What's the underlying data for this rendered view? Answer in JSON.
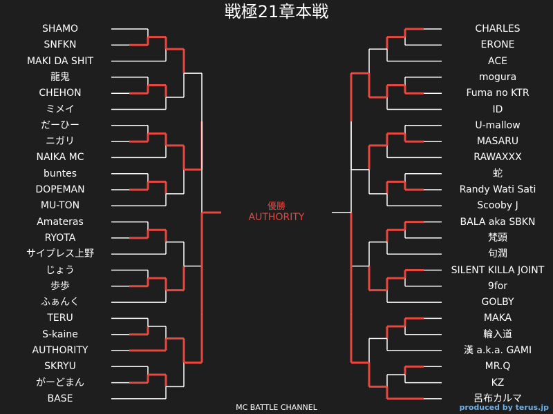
{
  "title": "戦極21章本戦",
  "left_names": [
    "SHAMO",
    "SNFKN",
    "MAKI DA SHIT",
    "龍鬼",
    "CHEHON",
    "ミメイ",
    "だーひー",
    "ニガリ",
    "NAIKA MC",
    "buntes",
    "DOPEMAN",
    "MU-TON",
    "Amateras",
    "RYOTA",
    "サイプレス上野",
    "じょう",
    "歩歩",
    "ふぁんく",
    "TERU",
    "S-kaine",
    "AUTHORITY",
    "SKRYU",
    "がーどまん",
    "BASE"
  ],
  "right_names": [
    "CHARLES",
    "ERONE",
    "ACE",
    "mogura",
    "Fuma no KTR",
    "ID",
    "U-mallow",
    "MASARU",
    "RAWAXXX",
    "蛇",
    "Randy Wati Sati",
    "Scooby J",
    "BALA aka SBKN",
    "梵頭",
    "句潤",
    "SILENT KILLA JOINT",
    "9for",
    "GOLBY",
    "MAKA",
    "輪入道",
    "漢 a.k.a. GAMI",
    "MR.Q",
    "KZ",
    "呂布カルマ"
  ],
  "left_advancers": {
    "r1": [
      1,
      4,
      7,
      10,
      13,
      16,
      19,
      22
    ],
    "r2": [
      1,
      4,
      7,
      10,
      13,
      16,
      20,
      22
    ],
    "r3": [
      1,
      7,
      16,
      20
    ],
    "r4": [
      7,
      20
    ],
    "r5": [
      20
    ]
  },
  "right_advancers": {
    "r1": [
      0,
      4,
      7,
      10,
      12,
      15,
      18,
      21
    ],
    "r2": [
      0,
      4,
      7,
      10,
      12,
      15,
      18,
      23
    ],
    "r3": [
      4,
      7,
      15,
      23
    ],
    "r4": [
      4,
      23
    ],
    "r5": [
      23
    ]
  },
  "champion": "AUTHORITY",
  "winner_label": "優勝",
  "footer": "MC BATTLE CHANNEL",
  "credit": "produced by terus.jp",
  "colors": {
    "win": "#e6473f",
    "lose": "#ffffff",
    "background": "#1e1e1e"
  }
}
